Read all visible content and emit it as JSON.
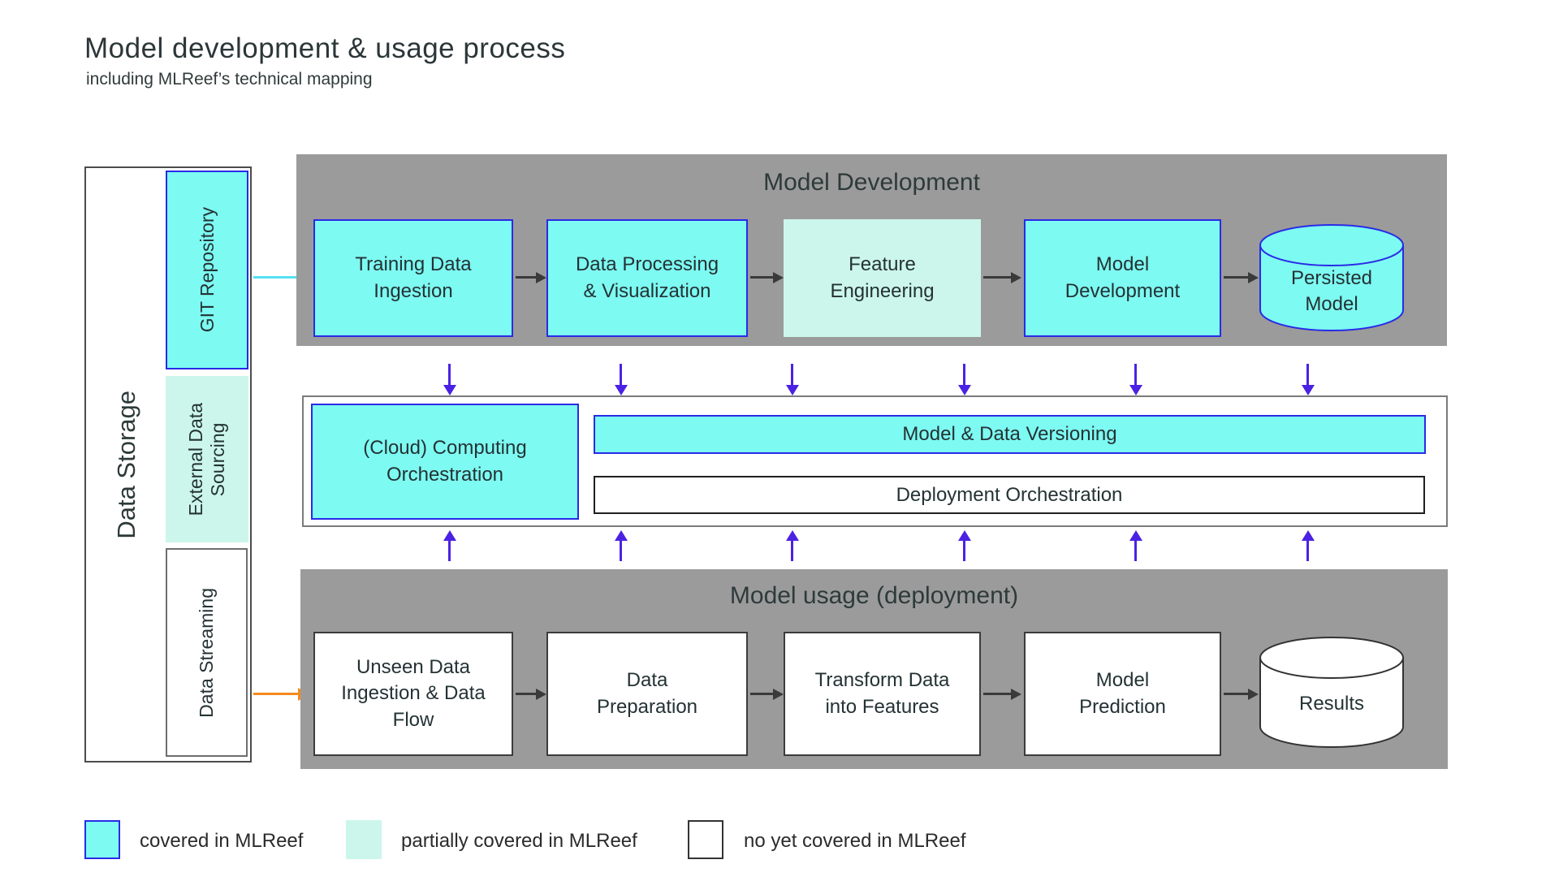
{
  "title": "Model development & usage process",
  "subtitle": "including MLReef’s technical mapping",
  "storage": {
    "label": "Data Storage",
    "items": [
      {
        "label": "GIT Repository",
        "coverage": "covered"
      },
      {
        "label": "External Data\nSourcing",
        "coverage": "partial"
      },
      {
        "label": "Data Streaming",
        "coverage": "not-covered"
      }
    ]
  },
  "dev_band": {
    "header": "Model Development",
    "boxes": [
      {
        "label": "Training Data\nIngestion",
        "coverage": "covered"
      },
      {
        "label": "Data Processing\n& Visualization",
        "coverage": "covered"
      },
      {
        "label": "Feature\nEngineering",
        "coverage": "partial"
      },
      {
        "label": "Model\nDevelopment",
        "coverage": "covered"
      }
    ],
    "cylinder": {
      "label": "Persisted\nModel",
      "coverage": "covered"
    }
  },
  "middle": {
    "cloud": {
      "label": "(Cloud) Computing\nOrchestration",
      "coverage": "covered"
    },
    "versioning": {
      "label": "Model & Data Versioning",
      "coverage": "covered"
    },
    "deployment": {
      "label": "Deployment Orchestration",
      "coverage": "not-covered"
    }
  },
  "usage_band": {
    "header": "Model usage (deployment)",
    "boxes": [
      {
        "label": "Unseen Data\nIngestion & Data\nFlow",
        "coverage": "not-covered"
      },
      {
        "label": "Data\nPreparation",
        "coverage": "not-covered"
      },
      {
        "label": "Transform Data\ninto Features",
        "coverage": "not-covered"
      },
      {
        "label": "Model\nPrediction",
        "coverage": "not-covered"
      }
    ],
    "cylinder": {
      "label": "Results",
      "coverage": "not-covered"
    }
  },
  "legend": {
    "items": [
      {
        "label": "covered in MLReef",
        "coverage": "covered"
      },
      {
        "label": "partially covered in MLReef",
        "coverage": "partial"
      },
      {
        "label": "no yet covered in MLReef",
        "coverage": "not-covered"
      }
    ]
  },
  "colors": {
    "covered_fill": "#7dfaf2",
    "partial_fill": "#ccf6ec",
    "not_covered_fill": "#ffffff",
    "covered_border": "#2a2ae6",
    "band_gray": "#9b9b9b",
    "sync_arrow": "#4b22e3",
    "git_flow_arrow": "#55dff2",
    "stream_flow_arrow": "#f68a1e",
    "process_arrow": "#3a3a3a"
  }
}
